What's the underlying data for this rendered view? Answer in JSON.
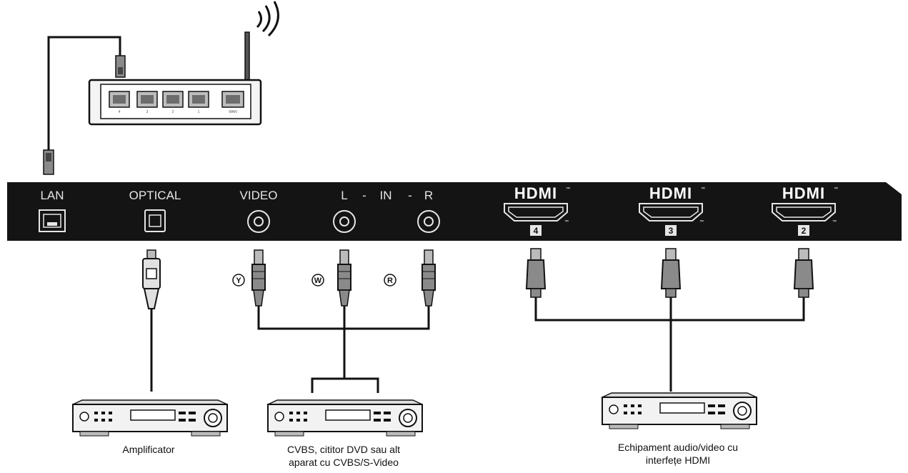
{
  "panel": {
    "ports": {
      "lan": "LAN",
      "optical": "OPTICAL",
      "video": "VIDEO",
      "audio_l": "L",
      "audio_sep1": "-",
      "audio_in": "IN",
      "audio_sep2": "-",
      "audio_r": "R"
    },
    "hdmi": [
      {
        "logo": "HDMI",
        "tm": "™",
        "number": "4"
      },
      {
        "logo": "HDMI",
        "tm": "™",
        "number": "3"
      },
      {
        "logo": "HDMI",
        "tm": "™",
        "number": "2"
      }
    ]
  },
  "rca_markers": {
    "yellow": "Y",
    "white": "W",
    "red": "R"
  },
  "router": {
    "port_labels": [
      "4",
      "3",
      "2",
      "1",
      "WAN"
    ]
  },
  "devices": {
    "amplifier": {
      "caption": "Amplificator"
    },
    "cvbs": {
      "caption_line1": "CVBS, cititor DVD sau alt",
      "caption_line2": "aparat cu CVBS/S-Video"
    },
    "hdmi_device": {
      "caption_line1": "Echipament audio/video cu",
      "caption_line2": "interfețe HDMI"
    }
  },
  "icons": {
    "wifi": "wifi-waves-icon",
    "lan_port": "ethernet-port-icon",
    "optical_port": "optical-port-icon",
    "rca_jack": "rca-jack-icon"
  },
  "colors": {
    "panel": "#141414",
    "line": "#111111",
    "plug_fill": "#8a8a8a"
  }
}
